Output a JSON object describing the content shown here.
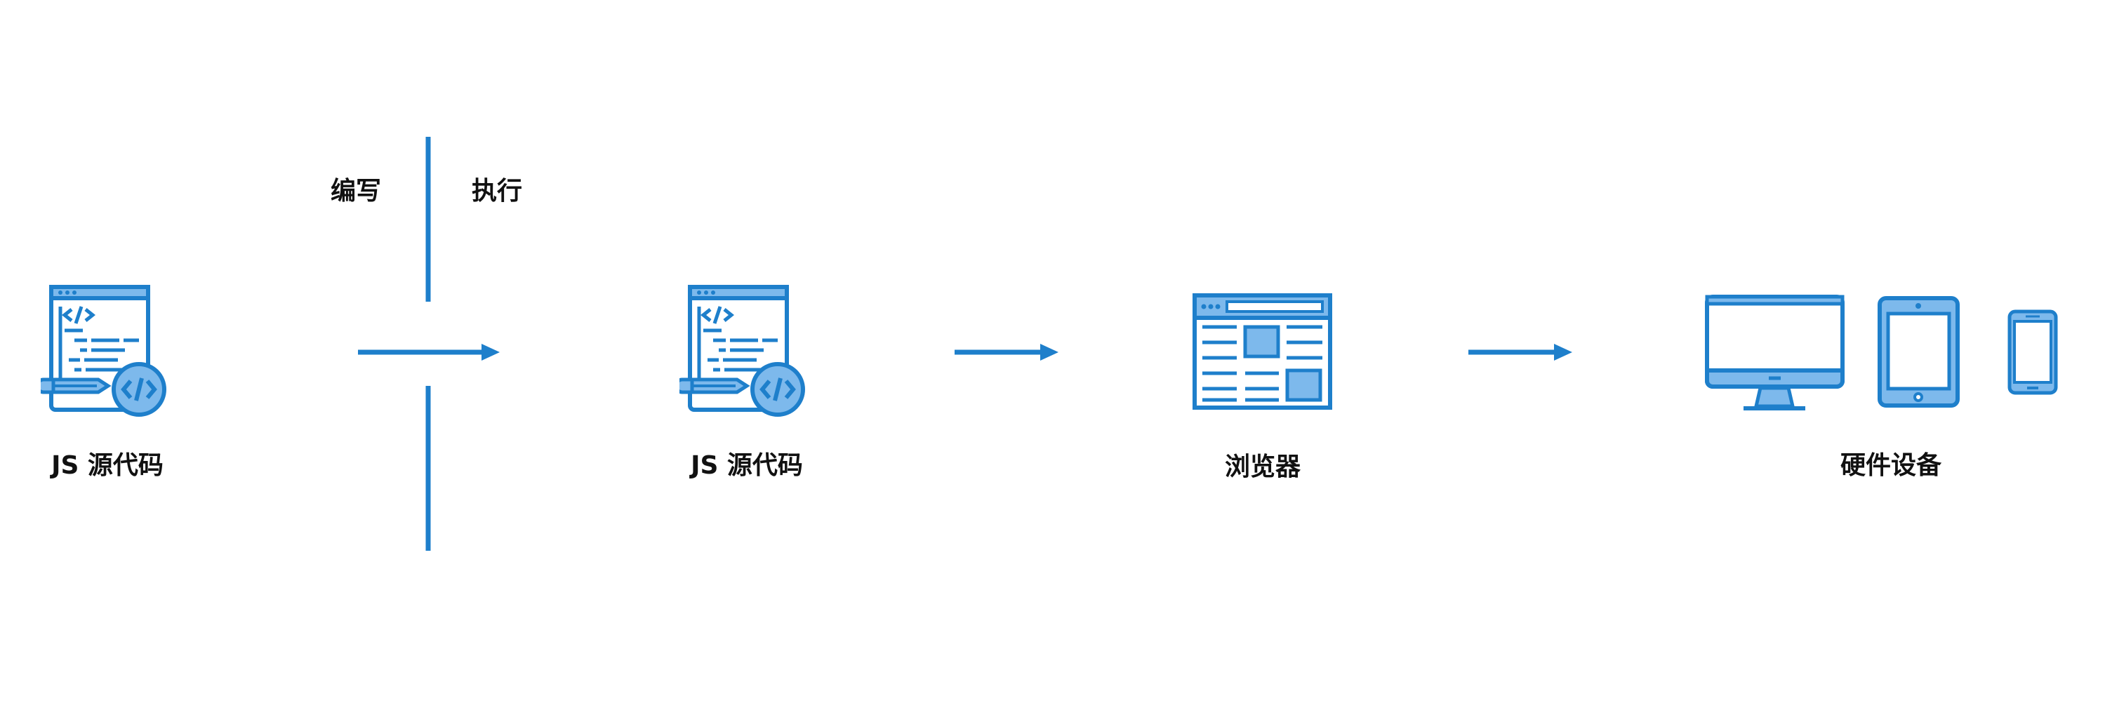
{
  "colors": {
    "primary": "#1e7fcb",
    "fill": "#7db9ec",
    "label": "#111111",
    "background": "#ffffff"
  },
  "phases": {
    "write": "编写",
    "execute": "执行"
  },
  "nodes": {
    "source_a": {
      "label": "JS 源代码",
      "icon": "code-file-icon"
    },
    "source_b": {
      "label": "JS 源代码",
      "icon": "code-file-icon"
    },
    "browser": {
      "label": "浏览器",
      "icon": "browser-window-icon"
    },
    "devices": {
      "label": "硬件设备",
      "icons": [
        "desktop-monitor-icon",
        "tablet-icon",
        "smartphone-icon"
      ]
    }
  }
}
